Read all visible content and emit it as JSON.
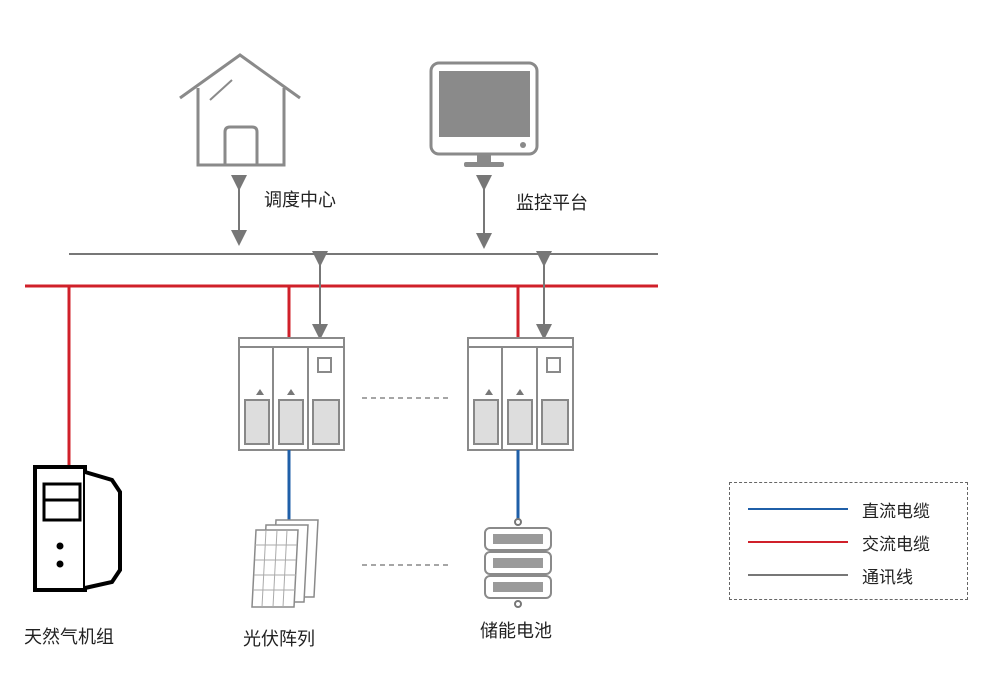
{
  "nodes": {
    "dispatch_center": "调度中心",
    "monitoring_platform": "监控平台",
    "gas_generator": "天然气机组",
    "pv_array": "光伏阵列",
    "energy_storage": "储能电池"
  },
  "legend": {
    "items": [
      {
        "label": "直流电缆",
        "color": "#1f5fa8"
      },
      {
        "label": "交流电缆",
        "color": "#d0202a"
      },
      {
        "label": "通讯线",
        "color": "#777777"
      }
    ]
  },
  "colors": {
    "dc": "#1f5fa8",
    "ac": "#d0202a",
    "comm": "#777777",
    "icon": "#8a8a8a"
  }
}
